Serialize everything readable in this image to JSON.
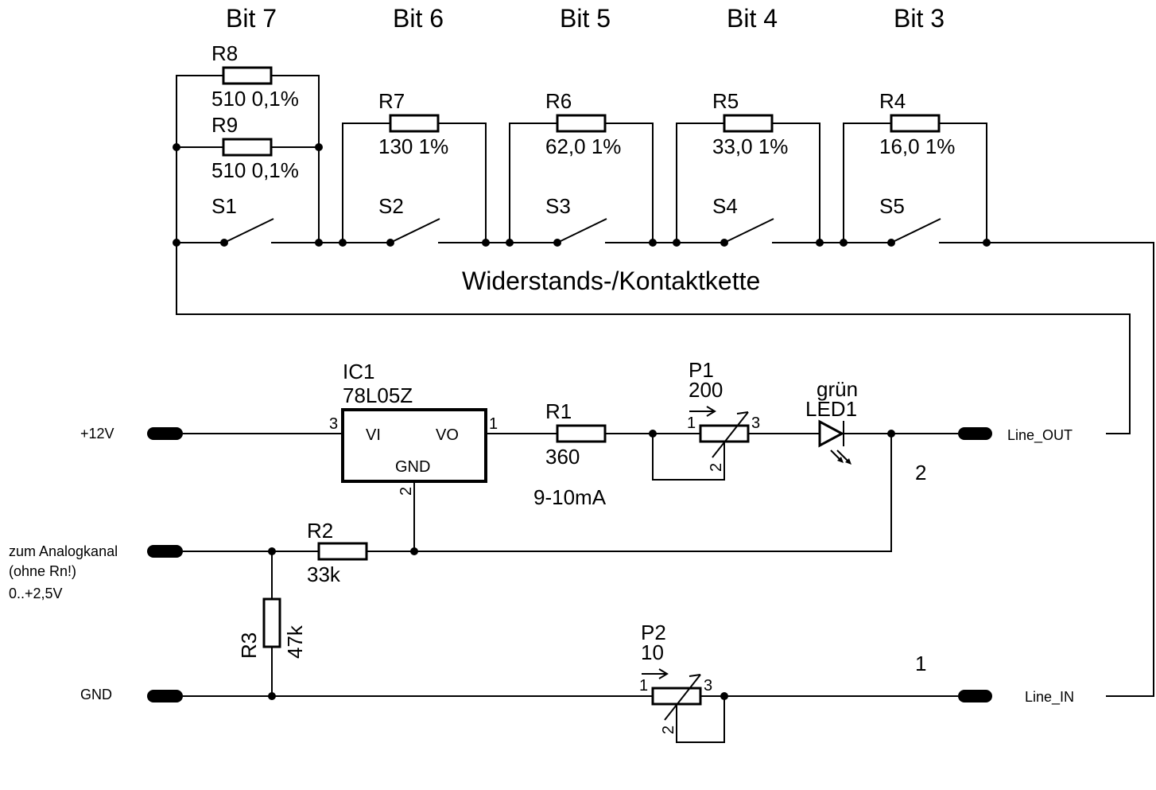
{
  "bits": [
    "Bit 7",
    "Bit 6",
    "Bit 5",
    "Bit 4",
    "Bit 3"
  ],
  "resistors_top": {
    "r8": {
      "name": "R8",
      "value": "510 0,1%"
    },
    "r9": {
      "name": "R9",
      "value": "510 0,1%"
    },
    "r7": {
      "name": "R7",
      "value": "130 1%"
    },
    "r6": {
      "name": "R6",
      "value": "62,0 1%"
    },
    "r5": {
      "name": "R5",
      "value": "33,0 1%"
    },
    "r4": {
      "name": "R4",
      "value": "16,0 1%"
    }
  },
  "switches": [
    "S1",
    "S2",
    "S3",
    "S4",
    "S5"
  ],
  "chain_label": "Widerstands-/Kontaktkette",
  "ic1": {
    "name": "IC1",
    "part": "78L05Z",
    "vi": "VI",
    "vo": "VO",
    "gnd": "GND",
    "pin1": "1",
    "pin2": "2",
    "pin3": "3"
  },
  "r1": {
    "name": "R1",
    "value": "360"
  },
  "current_note": "9-10mA",
  "p1": {
    "name": "P1",
    "value": "200",
    "pin1": "1",
    "pin2": "2",
    "pin3": "3"
  },
  "led1": {
    "color": "grün",
    "name": "LED1"
  },
  "r2": {
    "name": "R2",
    "value": "33k"
  },
  "r3": {
    "name": "R3",
    "value": "47k"
  },
  "p2": {
    "name": "P2",
    "value": "10",
    "pin1": "1",
    "pin2": "2",
    "pin3": "3"
  },
  "connectors": {
    "plus12v": "+12V",
    "analog_line1": "zum Analogkanal",
    "analog_line2": "(ohne Rn!)",
    "analog_line3": "0..+2,5V",
    "gnd": "GND",
    "line_out": "Line_OUT",
    "line_in": "Line_IN"
  },
  "pin_numbers": {
    "out_pin": "2",
    "in_pin": "1"
  }
}
